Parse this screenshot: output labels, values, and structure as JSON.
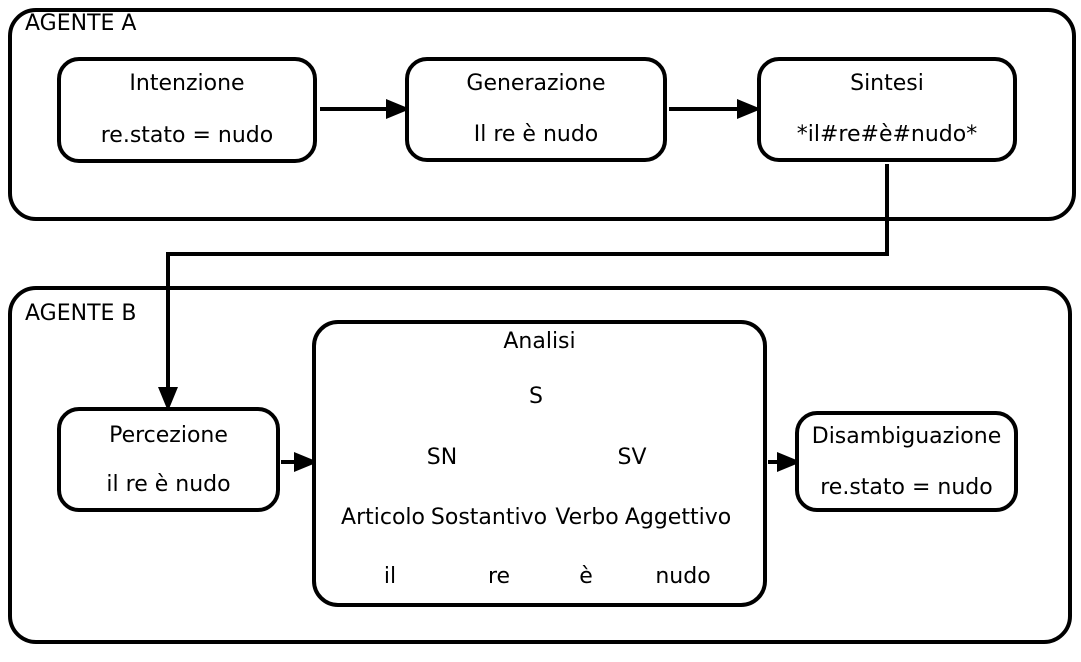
{
  "colors": {
    "line": "#000000",
    "background": "#ffffff"
  },
  "agent_a": {
    "label": "AGENTE A",
    "boxes": [
      {
        "title": "Intenzione",
        "content": "re.stato = nudo"
      },
      {
        "title": "Generazione",
        "content": "Il re è nudo"
      },
      {
        "title": "Sintesi",
        "content": "*il#re#è#nudo*"
      }
    ],
    "connections": [
      "Intenzione → Generazione",
      "Generazione → Sintesi"
    ]
  },
  "agent_b": {
    "label": "AGENTE B",
    "perception": {
      "title": "Percezione",
      "content": "il re è nudo"
    },
    "analysis": {
      "title": "Analisi",
      "tree": {
        "root": "S",
        "children": [
          {
            "label": "SN",
            "children": [
              {
                "label": "Articolo",
                "leaf": "il"
              },
              {
                "label": "Sostantivo",
                "leaf": "re"
              }
            ]
          },
          {
            "label": "SV",
            "children": [
              {
                "label": "Verbo",
                "leaf": "è"
              },
              {
                "label": "Aggettivo",
                "leaf": "nudo"
              }
            ]
          }
        ]
      }
    },
    "disambiguation": {
      "title": "Disambiguazione",
      "content": "re.stato = nudo"
    },
    "connections": [
      "Percezione → Analisi",
      "Analisi → Disambiguazione"
    ]
  },
  "cross_agent_connection": "Sintesi → Percezione"
}
